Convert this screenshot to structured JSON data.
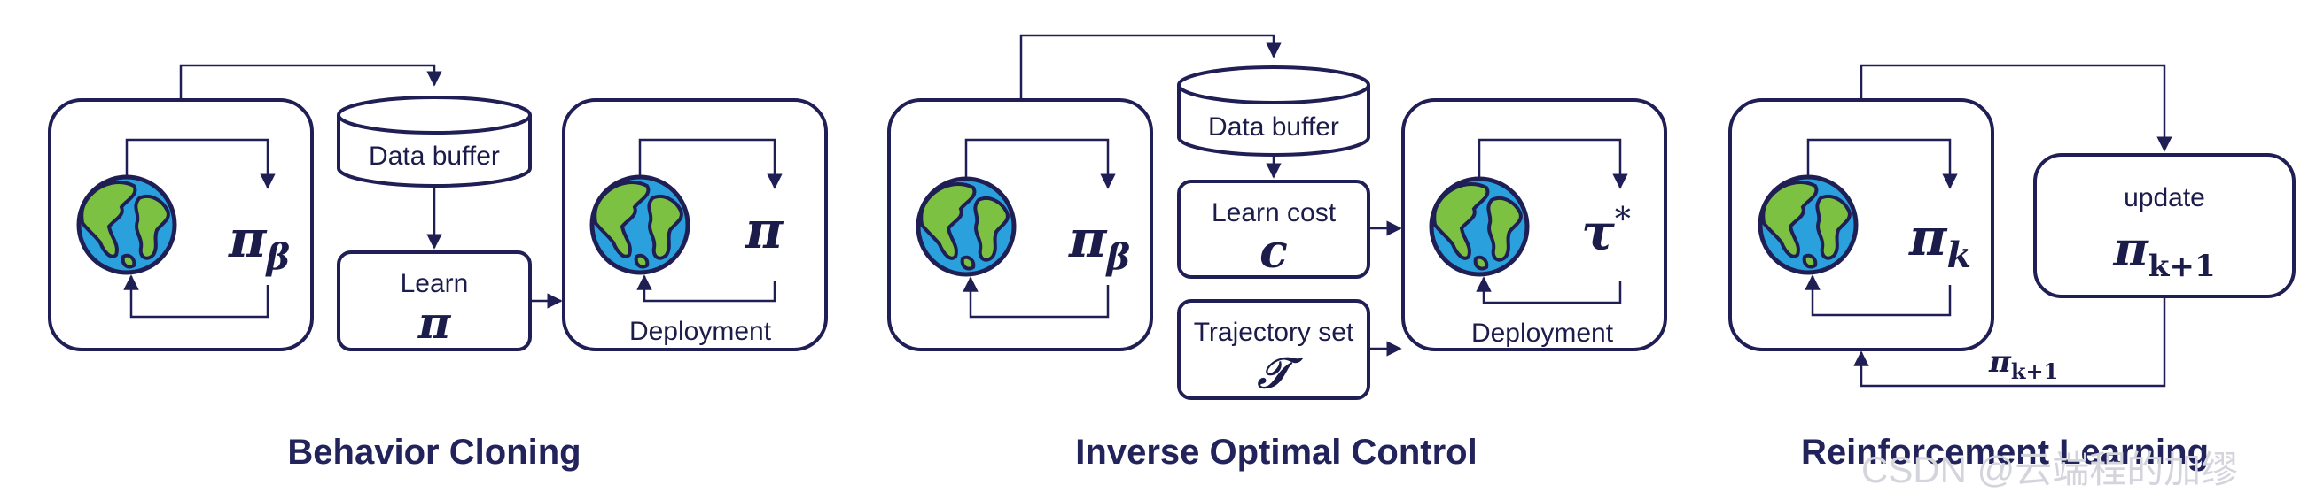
{
  "colors": {
    "stroke": "#1f1f55",
    "text": "#1c1c4a",
    "title": "#23235c",
    "earth_ocean": "#2aa0dc",
    "earth_land": "#7cc142",
    "watermark": "#d4d4dc"
  },
  "bc": {
    "title": "Behavior Cloning",
    "policy": {
      "main": "π",
      "sub": "β"
    },
    "buffer_label": "Data buffer",
    "learn_label": "Learn",
    "learn_symbol": "π",
    "deploy_symbol": "π",
    "deploy_label": "Deployment"
  },
  "ioc": {
    "title": "Inverse Optimal Control",
    "policy": {
      "main": "π",
      "sub": "β"
    },
    "buffer_label": "Data buffer",
    "cost_label": "Learn cost",
    "cost_symbol": "c",
    "traj_label": "Trajectory set",
    "traj_symbol": "𝒯",
    "deploy_symbol": {
      "main": "τ",
      "sup": "*"
    },
    "deploy_label": "Deployment"
  },
  "rl": {
    "title": "Reinforcement Learning",
    "policy": {
      "main": "π",
      "sub": "k"
    },
    "update_label": "update",
    "update_symbol": {
      "main": "π",
      "sub": "k+1"
    },
    "feedback_symbol": {
      "main": "π",
      "sub": "k+1"
    }
  },
  "watermark": "CSDN @云端程的加缪",
  "icons": {
    "earth": "earth-globe-icon",
    "buffer": "database-cylinder-icon"
  }
}
